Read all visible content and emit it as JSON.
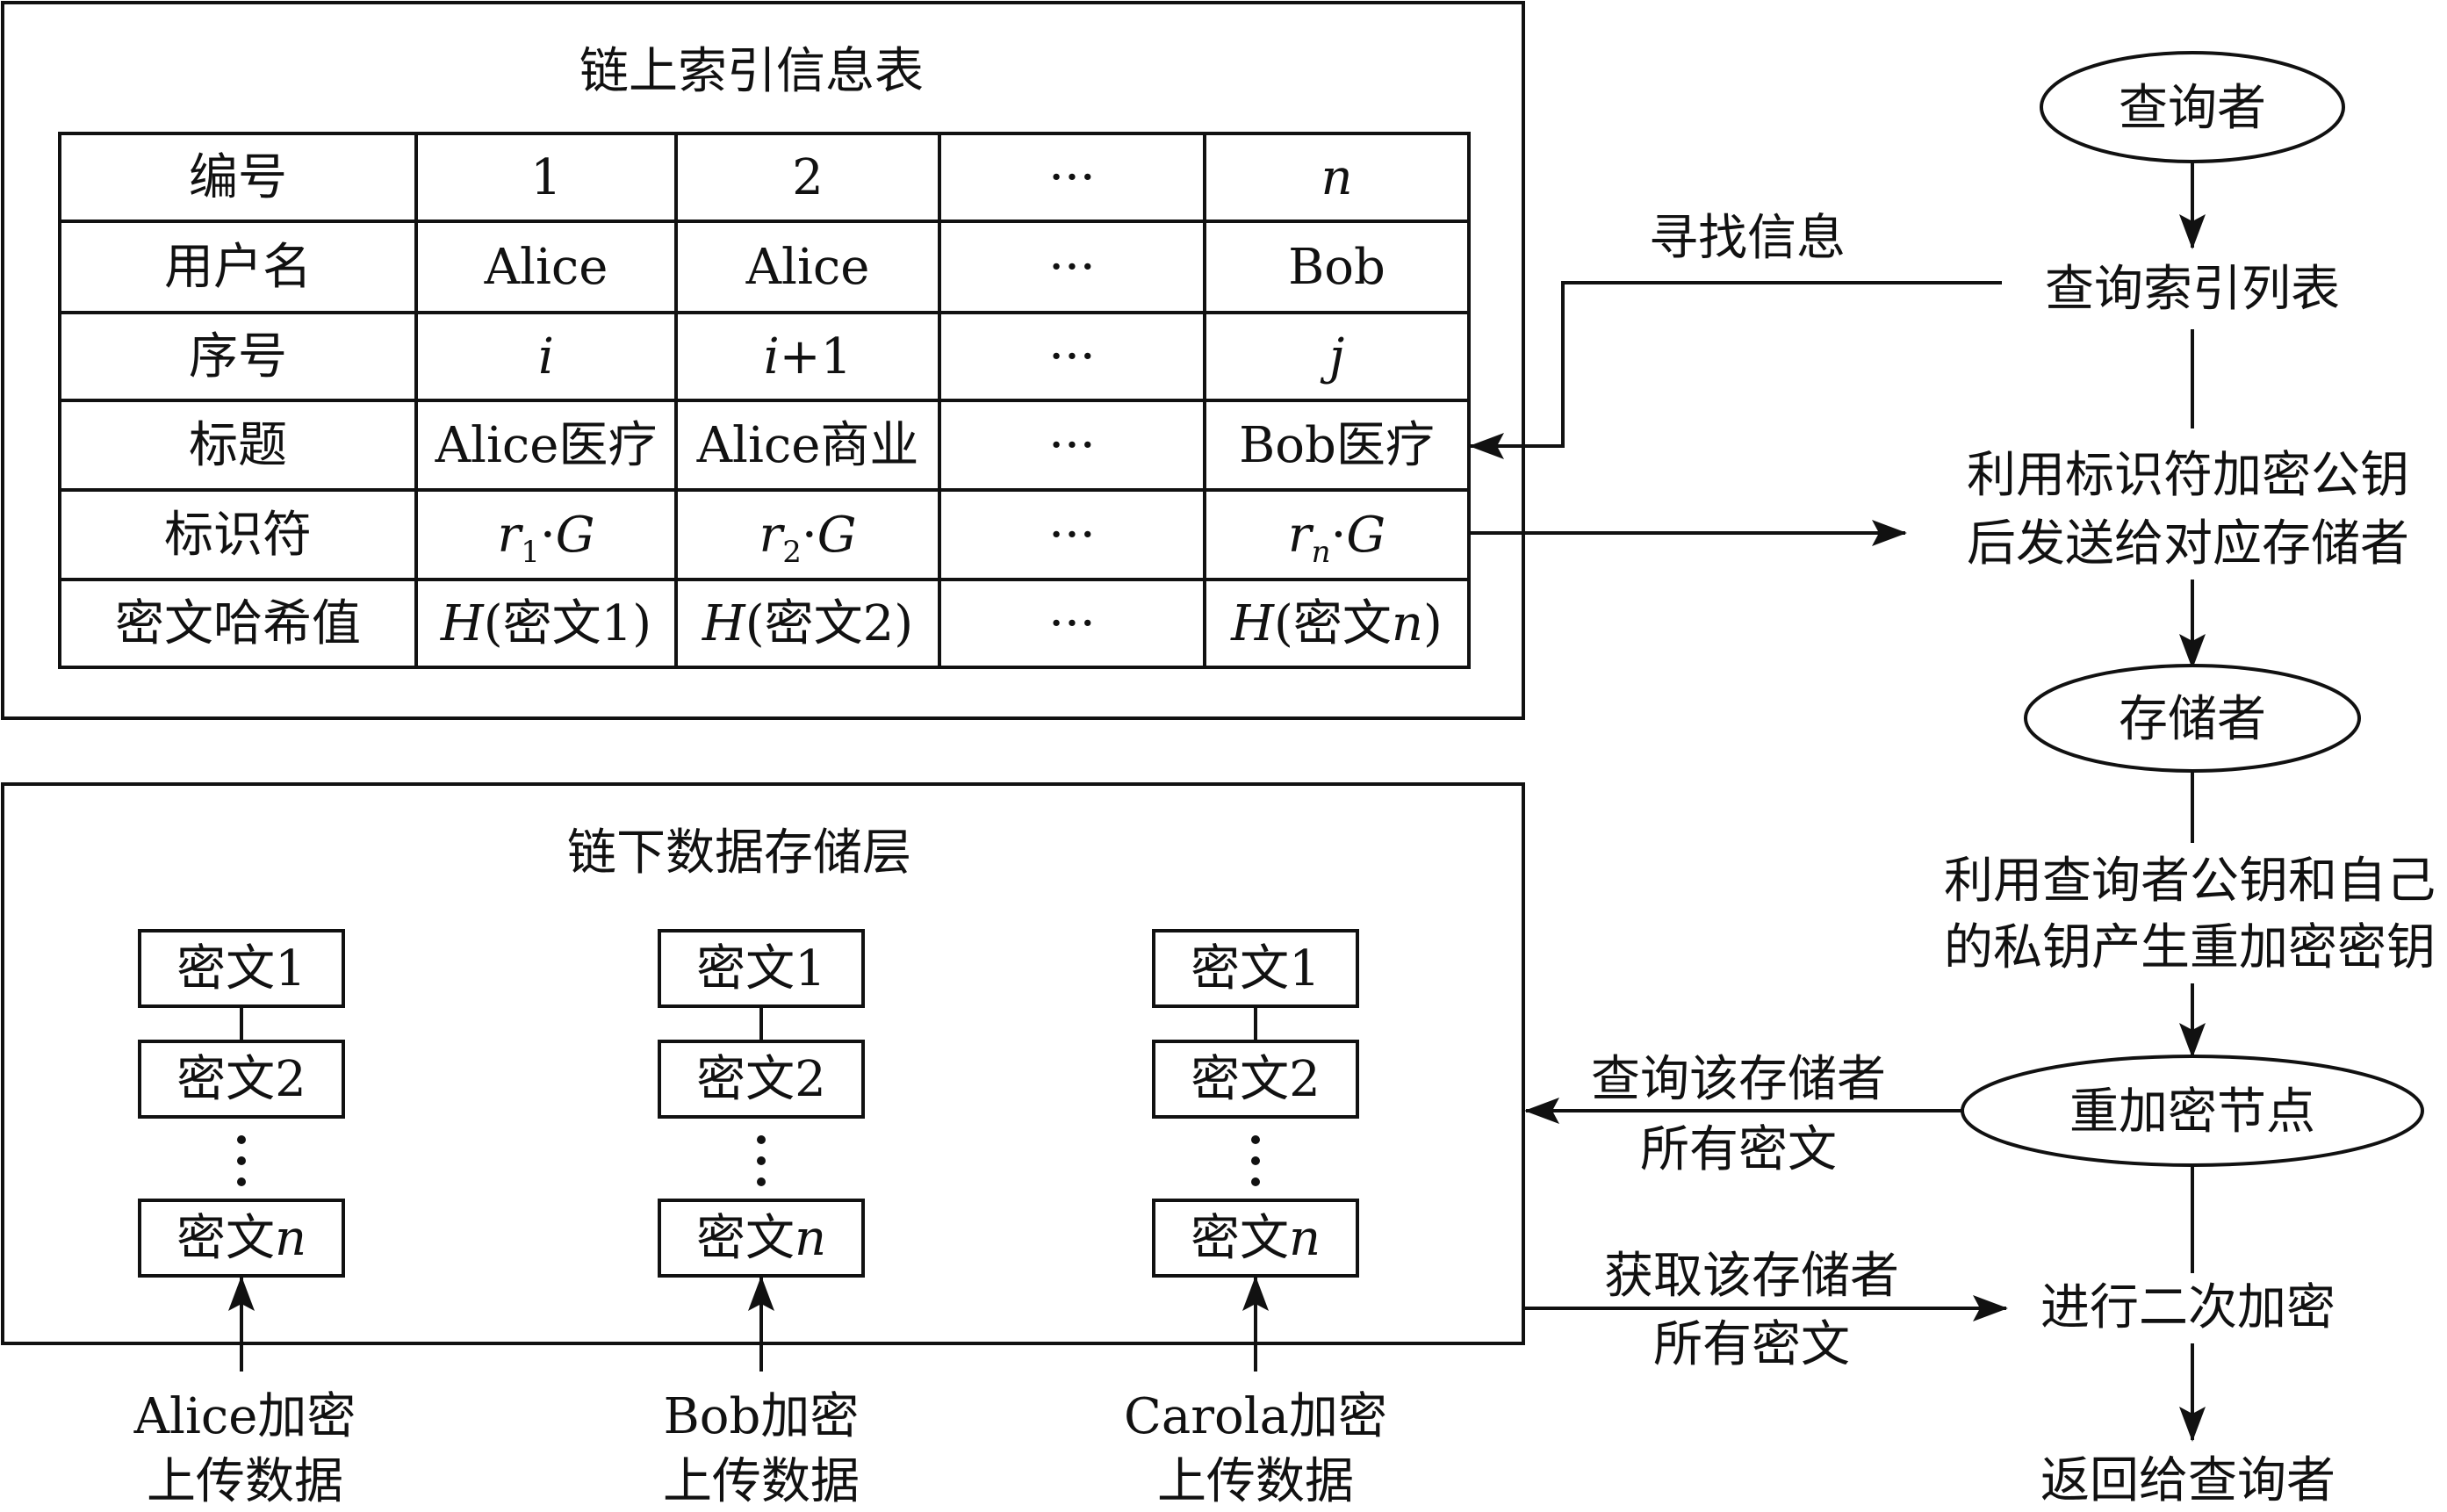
{
  "index_table": {
    "title": "链上索引信息表",
    "columns": [
      "1",
      "2",
      "···",
      "n"
    ],
    "rows": [
      {
        "label": "编号",
        "cells": [
          {
            "t": "1"
          },
          {
            "t": "2"
          },
          {
            "t": "···"
          },
          {
            "t": "n",
            "i": true
          }
        ]
      },
      {
        "label": "用户名",
        "cells": [
          {
            "t": "Alice"
          },
          {
            "t": "Alice"
          },
          {
            "t": "···"
          },
          {
            "t": "Bob"
          }
        ]
      },
      {
        "label": "序号",
        "cells": [
          {
            "t": "i",
            "i": true
          },
          {
            "t": "i+1",
            "mix": [
              [
                "i",
                true
              ],
              [
                "+1",
                false
              ]
            ]
          },
          {
            "t": "···"
          },
          {
            "t": "j",
            "i": true
          }
        ]
      },
      {
        "label": "标题",
        "cells": [
          {
            "t": "Alice医疗"
          },
          {
            "t": "Alice商业"
          },
          {
            "t": "···"
          },
          {
            "t": "Bob医疗"
          }
        ]
      },
      {
        "label": "标识符",
        "cells": [
          {
            "t": "r1·G",
            "mix": [
              [
                "r",
                true
              ],
              [
                "1",
                false,
                "sub"
              ],
              [
                "·",
                false
              ],
              [
                "G",
                true
              ]
            ]
          },
          {
            "t": "r2·G",
            "mix": [
              [
                "r",
                true
              ],
              [
                "2",
                false,
                "sub"
              ],
              [
                "·",
                false
              ],
              [
                "G",
                true
              ]
            ]
          },
          {
            "t": "···"
          },
          {
            "t": "rn·G",
            "mix": [
              [
                "r",
                true
              ],
              [
                "n",
                true,
                "sub"
              ],
              [
                "·",
                false
              ],
              [
                "G",
                true
              ]
            ]
          }
        ]
      },
      {
        "label": "密文哈希值",
        "cells": [
          {
            "t": "H(密文1)",
            "mix": [
              [
                "H",
                true
              ],
              [
                "(密文1)",
                false
              ]
            ]
          },
          {
            "t": "H(密文2)",
            "mix": [
              [
                "H",
                true
              ],
              [
                "(密文2)",
                false
              ]
            ]
          },
          {
            "t": "···"
          },
          {
            "t": "H(密文n)",
            "mix": [
              [
                "H",
                true
              ],
              [
                "(密文",
                false
              ],
              [
                "n",
                true
              ],
              [
                ")",
                false
              ]
            ]
          }
        ]
      }
    ]
  },
  "storage_layer": {
    "title": "链下数据存储层",
    "stacks": [
      {
        "items": [
          "密文1",
          "密文2",
          "密文n"
        ],
        "uploader": [
          "Alice加密",
          "上传数据"
        ]
      },
      {
        "items": [
          "密文1",
          "密文2",
          "密文n"
        ],
        "uploader": [
          "Bob加密",
          "上传数据"
        ]
      },
      {
        "items": [
          "密文1",
          "密文2",
          "密文n"
        ],
        "uploader": [
          "Carola加密",
          "上传数据"
        ]
      }
    ],
    "ellipsis": "⋮"
  },
  "flow": {
    "querier": "查询者",
    "query_index": "查询索引列表",
    "find_info": "寻找信息",
    "encrypt_send": [
      "利用标识符加密公钥",
      "后发送给对应存储者"
    ],
    "storer": "存储者",
    "gen_reencrypt_key": [
      "利用查询者公钥和自己",
      "的私钥产生重加密密钥"
    ],
    "reencrypt_node": "重加密节点",
    "query_all": [
      "查询该存储者",
      "所有密文"
    ],
    "fetch_all": [
      "获取该存储者",
      "所有密文"
    ],
    "second_encrypt": "进行二次加密",
    "return": "返回给查询者"
  }
}
